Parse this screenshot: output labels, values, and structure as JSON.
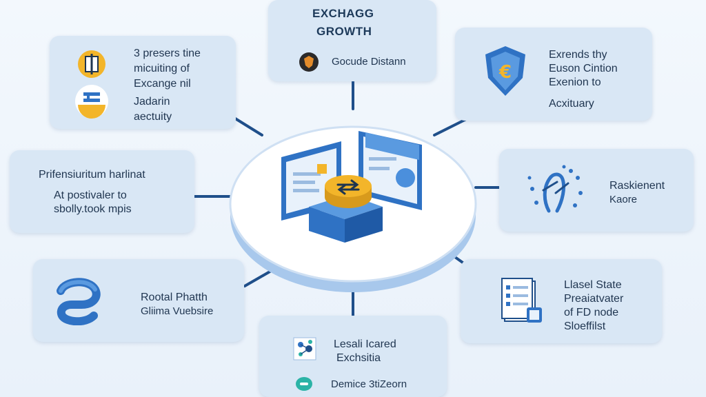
{
  "top": {
    "title_line1": "EXCHAGG",
    "title_line2": "GROWTH",
    "caption": "Gocude Distann"
  },
  "top_left": {
    "line1": "3 presers tine",
    "line2": "micuiting of",
    "line3": "Excange nil",
    "line4": "Jadarin",
    "line5": "aectuity"
  },
  "top_right": {
    "line1": "Exrends thy",
    "line2": "Euson Cintion",
    "line3": "Exenion to",
    "line4": "Acxituary"
  },
  "mid_left": {
    "line1": "Prifensiuritum harlinat",
    "line2": "At postivaler to",
    "line3": "sbolly.took mpis"
  },
  "mid_right": {
    "line1": "Raskienent",
    "line2": "Kaore"
  },
  "bottom_left": {
    "line1": "Rootal Phatth",
    "line2": "Gliima Vuebsire"
  },
  "bottom_right": {
    "line1": "Llasel State",
    "line2": "Preaiatvater",
    "line3": "of FD node",
    "line4": "Sloeffilst"
  },
  "bottom": {
    "line1": "Lesali Icared",
    "line2": "Exchsitia",
    "line3": "Demice 3tiZeorn"
  },
  "colors": {
    "card": "#d9e7f5",
    "accent": "#2f72c4",
    "connector": "#1f4f8a",
    "coin": "#f3b52a"
  }
}
